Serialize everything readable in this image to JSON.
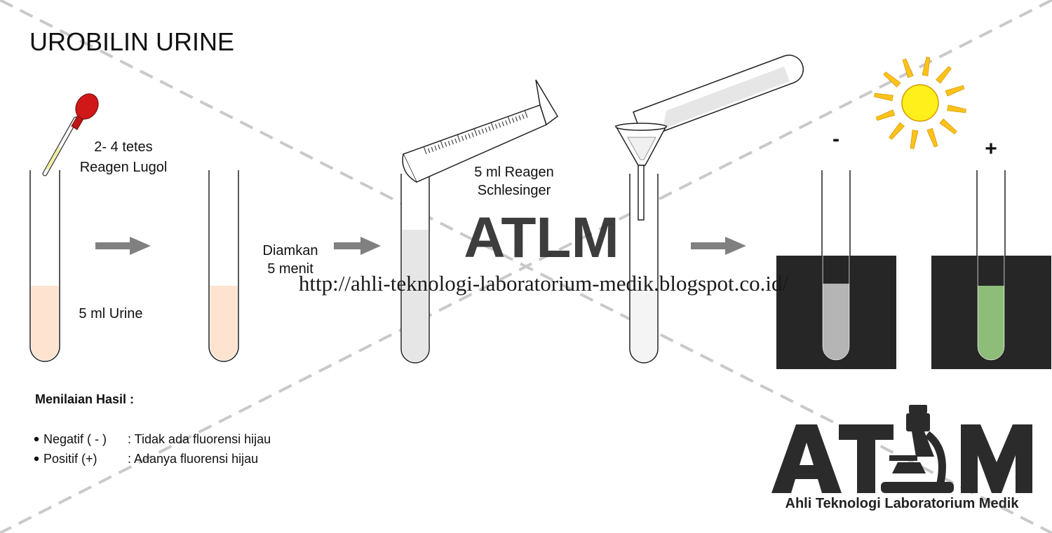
{
  "title": "UROBILIN URINE",
  "steps": {
    "drops_line1": "2- 4 tetes",
    "drops_line2": "Reagen Lugol",
    "urine_label": "5 ml Urine",
    "wait_line1": "Diamkan",
    "wait_line2": "5 menit",
    "schlesinger_line1": "5 ml Reagen",
    "schlesinger_line2": "Schlesinger"
  },
  "results": {
    "negative_sign": "-",
    "positive_sign": "+"
  },
  "evaluation": {
    "header": "Menilaian Hasil :",
    "items": [
      {
        "label": "Negatif ( - )",
        "desc": ": Tidak ada fluorensi hijau"
      },
      {
        "label": "Positif (+)",
        "desc": ": Adanya fluorensi hijau"
      }
    ]
  },
  "watermark": {
    "brand": "ATLM",
    "url": "http://ahli-teknologi-laboratorium-medik.blogspot.co.id/"
  },
  "logo": {
    "letters": "ATLM",
    "subtitle": "Ahli Teknologi Laboratorium Medik"
  },
  "colors": {
    "urine": "#fde3d0",
    "reagent": "#e6e6e6",
    "filtrate": "#f4f4f4",
    "negative_fluid": "#b5b5b5",
    "positive_fluid": "#8dbd78",
    "dark_box": "#262626",
    "arrow": "#808080",
    "sun": "#ffef1a",
    "sun_rays": "#ffc21a",
    "dropper_bulb": "#d01818",
    "lugol": "#f2ee9a"
  }
}
